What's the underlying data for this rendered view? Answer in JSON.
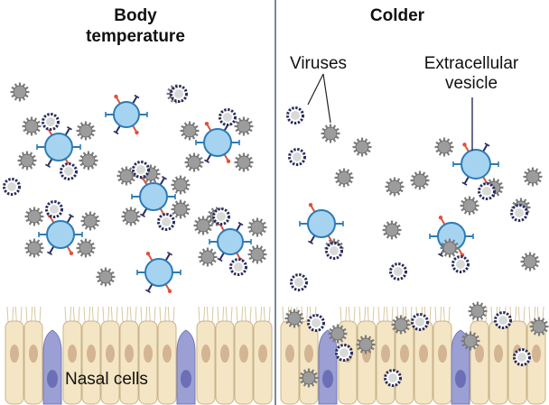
{
  "panels": {
    "left": {
      "title": "Body\ntemperature"
    },
    "right": {
      "title": "Colder"
    }
  },
  "labels": {
    "viruses": "Viruses",
    "ev": "Extracellular\nvesicle",
    "nasal": "Nasal cells"
  },
  "colors": {
    "divider": "#2e4a6b",
    "cell_fill": "#f4e6c4",
    "cell_nucleus": "#d3b593",
    "goblet_fill": "#9b9fd3",
    "goblet_nucleus": "#6a6fb6",
    "ev_fill": "#a6d4f0",
    "ev_stroke": "#2d7bb7",
    "virus_gray": "#9c9c9c",
    "virus_dark": "#2a2d5c",
    "receptor_red": "#e0523a",
    "receptor_blue": "#2d7bb7",
    "receptor_navy": "#2a2d5c"
  },
  "icons": [
    "gray-virus-icon",
    "coated-virus-icon",
    "vesicle-icon",
    "nasal-cell-icon",
    "goblet-cell-icon"
  ]
}
